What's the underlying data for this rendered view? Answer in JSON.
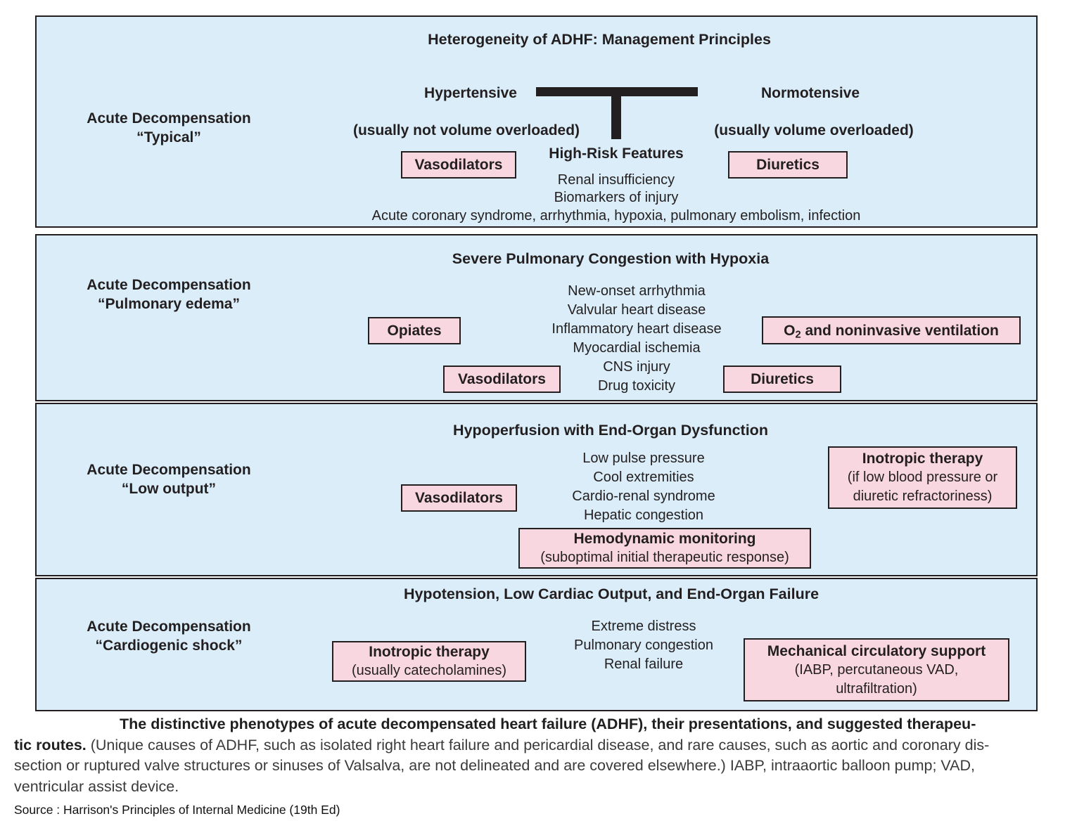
{
  "colors": {
    "panel_bg": "#daedf8",
    "box_bg": "#f8d7e1",
    "line": "#231f20"
  },
  "panel1": {
    "title": "Heterogeneity of ADHF: Management Principles",
    "label1": "Acute Decompensation",
    "label2": "“Typical”",
    "hypertensive": "Hypertensive",
    "hypertensive_sub": "(usually not volume overloaded)",
    "normotensive": "Normotensive",
    "normotensive_sub": "(usually volume overloaded)",
    "vasodilators": "Vasodilators",
    "diuretics": "Diuretics",
    "high_risk_title": "High-Risk Features",
    "high_risk_items": [
      "Renal insufficiency",
      "Biomarkers of injury"
    ],
    "bottom": "Acute coronary syndrome, arrhythmia, hypoxia, pulmonary embolism, infection"
  },
  "panel2": {
    "title": "Severe Pulmonary Congestion with Hypoxia",
    "label1": "Acute Decompensation",
    "label2": "“Pulmonary edema”",
    "causes": [
      "New-onset arrhythmia",
      "Valvular heart disease",
      "Inflammatory heart disease",
      "Myocardial ischemia",
      "CNS injury",
      "Drug toxicity"
    ],
    "opiates": "Opiates",
    "vasodilators": "Vasodilators",
    "o2_pre": "O",
    "o2_sub": "2",
    "o2_post": " and noninvasive ventilation",
    "diuretics": "Diuretics"
  },
  "panel3": {
    "title": "Hypoperfusion with End-Organ Dysfunction",
    "label1": "Acute Decompensation",
    "label2": "“Low output”",
    "causes": [
      "Low pulse pressure",
      "Cool extremities",
      "Cardio-renal syndrome",
      "Hepatic congestion"
    ],
    "vasodilators": "Vasodilators",
    "inotropic_title": "Inotropic therapy",
    "inotropic_sub1": "(if low blood pressure or",
    "inotropic_sub2": "diuretic refractoriness)",
    "hemodynamic_title": "Hemodynamic monitoring",
    "hemodynamic_sub": "(suboptimal initial therapeutic response)"
  },
  "panel4": {
    "title": "Hypotension, Low Cardiac Output, and End-Organ Failure",
    "label1": "Acute Decompensation",
    "label2": "“Cardiogenic shock”",
    "causes": [
      "Extreme distress",
      "Pulmonary congestion",
      "Renal failure"
    ],
    "inotropic_title": "Inotropic therapy",
    "inotropic_sub": "(usually catecholamines)",
    "mcs_title": "Mechanical circulatory support",
    "mcs_sub1": "(IABP, percutaneous VAD,",
    "mcs_sub2": "ultrafiltration)"
  },
  "caption": {
    "line1_bold": "The distinctive phenotypes of acute decompensated heart failure (ADHF), their presentations, and suggested therapeu-",
    "line2_bold": "tic routes.",
    "line2_rest": " (Unique causes of ADHF, such as isolated right heart failure and pericardial disease, and rare causes, such as aortic and coronary dis-",
    "line3": "section or ruptured valve structures or sinuses of Valsalva, are not delineated and are covered elsewhere.) IABP, intraaortic balloon pump; VAD,",
    "line4": "ventricular assist device.",
    "source": "Source : Harrison's Principles of Internal Medicine (19th Ed)"
  }
}
